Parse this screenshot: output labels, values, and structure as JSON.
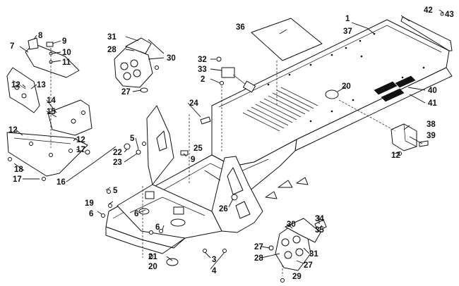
{
  "diagram": {
    "callouts": [
      "1",
      "2",
      "3",
      "4",
      "5",
      "5",
      "6",
      "6",
      "6",
      "7",
      "8",
      "9",
      "9",
      "10",
      "11",
      "12",
      "12",
      "12",
      "12",
      "13",
      "14",
      "15",
      "16",
      "17",
      "17",
      "18",
      "19",
      "20",
      "20",
      "21",
      "22",
      "23",
      "24",
      "25",
      "26",
      "27",
      "27",
      "27",
      "28",
      "28",
      "29",
      "30",
      "30",
      "31",
      "31",
      "32",
      "33",
      "34",
      "35",
      "36",
      "37",
      "38",
      "39",
      "40",
      "41",
      "42",
      "43"
    ]
  }
}
